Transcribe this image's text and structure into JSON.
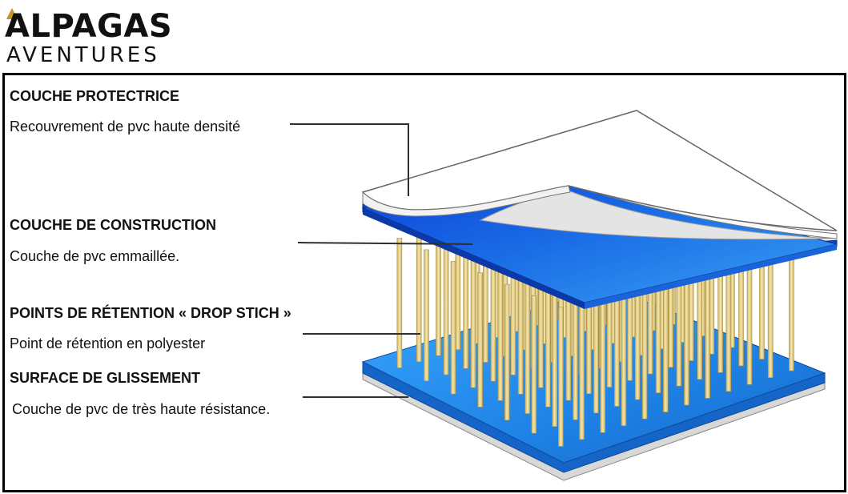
{
  "logo": {
    "brand": "ALPAGAS",
    "tagline": "AVENTURES"
  },
  "layers": [
    {
      "title": "COUCHE PROTECTRICE",
      "description": "Recouvrement de pvc haute densité",
      "color": "#ffffff"
    },
    {
      "title": "COUCHE DE CONSTRUCTION",
      "description": "Couche de pvc emmaillée.",
      "color": "#1e6fe0"
    },
    {
      "title": "POINTS DE RÉTENTION « DROP STICH »",
      "description": "Point de rétention en polyester",
      "color": "#e8d591"
    },
    {
      "title": "SURFACE DE GLISSEMENT",
      "description": "Couche de pvc de très haute résistance.",
      "color": "#1e8fe8"
    }
  ]
}
